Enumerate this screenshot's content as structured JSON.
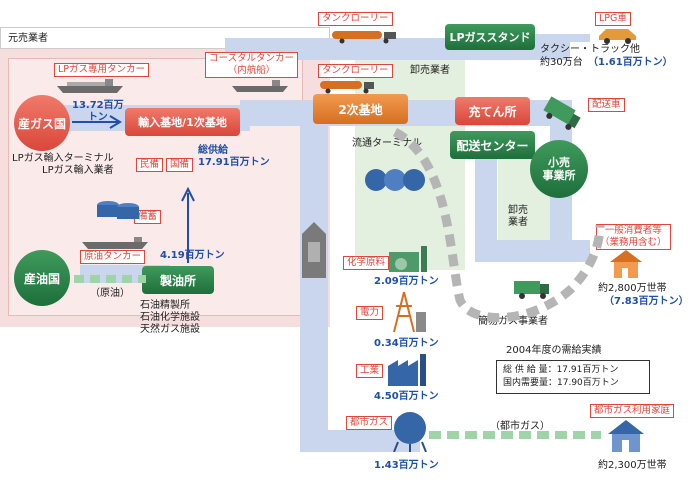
{
  "zones": {
    "wholesale_top": "元売業者",
    "wholesale_mid": "卸売業者",
    "wholesale_lower": "卸売\n業者"
  },
  "nodes": {
    "gas_country": "産ガス国",
    "import_base": "輸入基地/1次基地",
    "secondary_base": "2次基地",
    "filling_station": "充てん所",
    "delivery_center": "配送センター",
    "lpg_stand": "LPガススタンド",
    "retailer": "小売\n事業所",
    "oil_country": "産油国",
    "refinery": "製油所"
  },
  "tags": {
    "lpg_tanker": "LPガス専用タンカー",
    "coastal_tanker": "コースタルタンカー\n（内航船）",
    "tank_lorry_top": "タンクローリー",
    "tank_lorry_mid": "タンクローリー",
    "lpg_car": "LPG車",
    "delivery_car": "配送車",
    "civil_reserve": "民備",
    "national_reserve": "国備",
    "stockpile": "備蓄",
    "crude_tanker": "原油タンカー",
    "chemical": "化学原料",
    "power": "電力",
    "industry": "工業",
    "city_gas": "都市ガス",
    "general_consumers": "一般消費者等\n（業務用含む）",
    "city_gas_homes": "都市ガス利用家庭"
  },
  "labels": {
    "import_flow": "13.72百万\nトン",
    "import_terminal": "LPガス輸入ターミナル\nLPガス輸入業者",
    "total_supply": "総供給\n17.91百万トン",
    "refinery_flow": "4.19百万トン",
    "crude_oil": "（原油）",
    "refinery_facilities": "石油精製所\n石油化学施設\n天然ガス施設",
    "distribution_terminal": "流通ターミナル",
    "taxi_truck": "タクシー・トラック他",
    "taxi_truck_amount": "約30万台",
    "taxi_truck_tons": "（1.61百万トン）",
    "chemical_amount": "2.09百万トン",
    "power_amount": "0.34百万トン",
    "industry_amount": "4.50百万トン",
    "city_gas_amount": "1.43百万トン",
    "city_gas_pipe": "（都市ガス）",
    "simple_gas": "簡易ガス事業者",
    "households_amount": "約2,800万世帯",
    "households_tons": "（7.83百万トン）",
    "city_households": "約2,300万世帯"
  },
  "summary": {
    "title": "2004年度の需給実績",
    "total_supply": "総 供 給 量：17.91百万トン",
    "domestic_demand": "国内需要量：17.90百万トン"
  },
  "colors": {
    "flow": "#c9d6ee",
    "red_node": "#d9473b",
    "green_node": "#1e6f3b",
    "orange_node": "#d66f22",
    "accent_blue": "#1f4fa6",
    "tag_red": "#e0463c"
  },
  "icons": [
    "lpg-tanker-icon",
    "lorry-icon",
    "lpg-car-icon",
    "delivery-truck-icon",
    "storage-tank-icon",
    "house-icon",
    "factory-icon",
    "power-tower-icon",
    "gas-holder-icon",
    "spherical-tank-icon",
    "crude-tanker-icon"
  ]
}
